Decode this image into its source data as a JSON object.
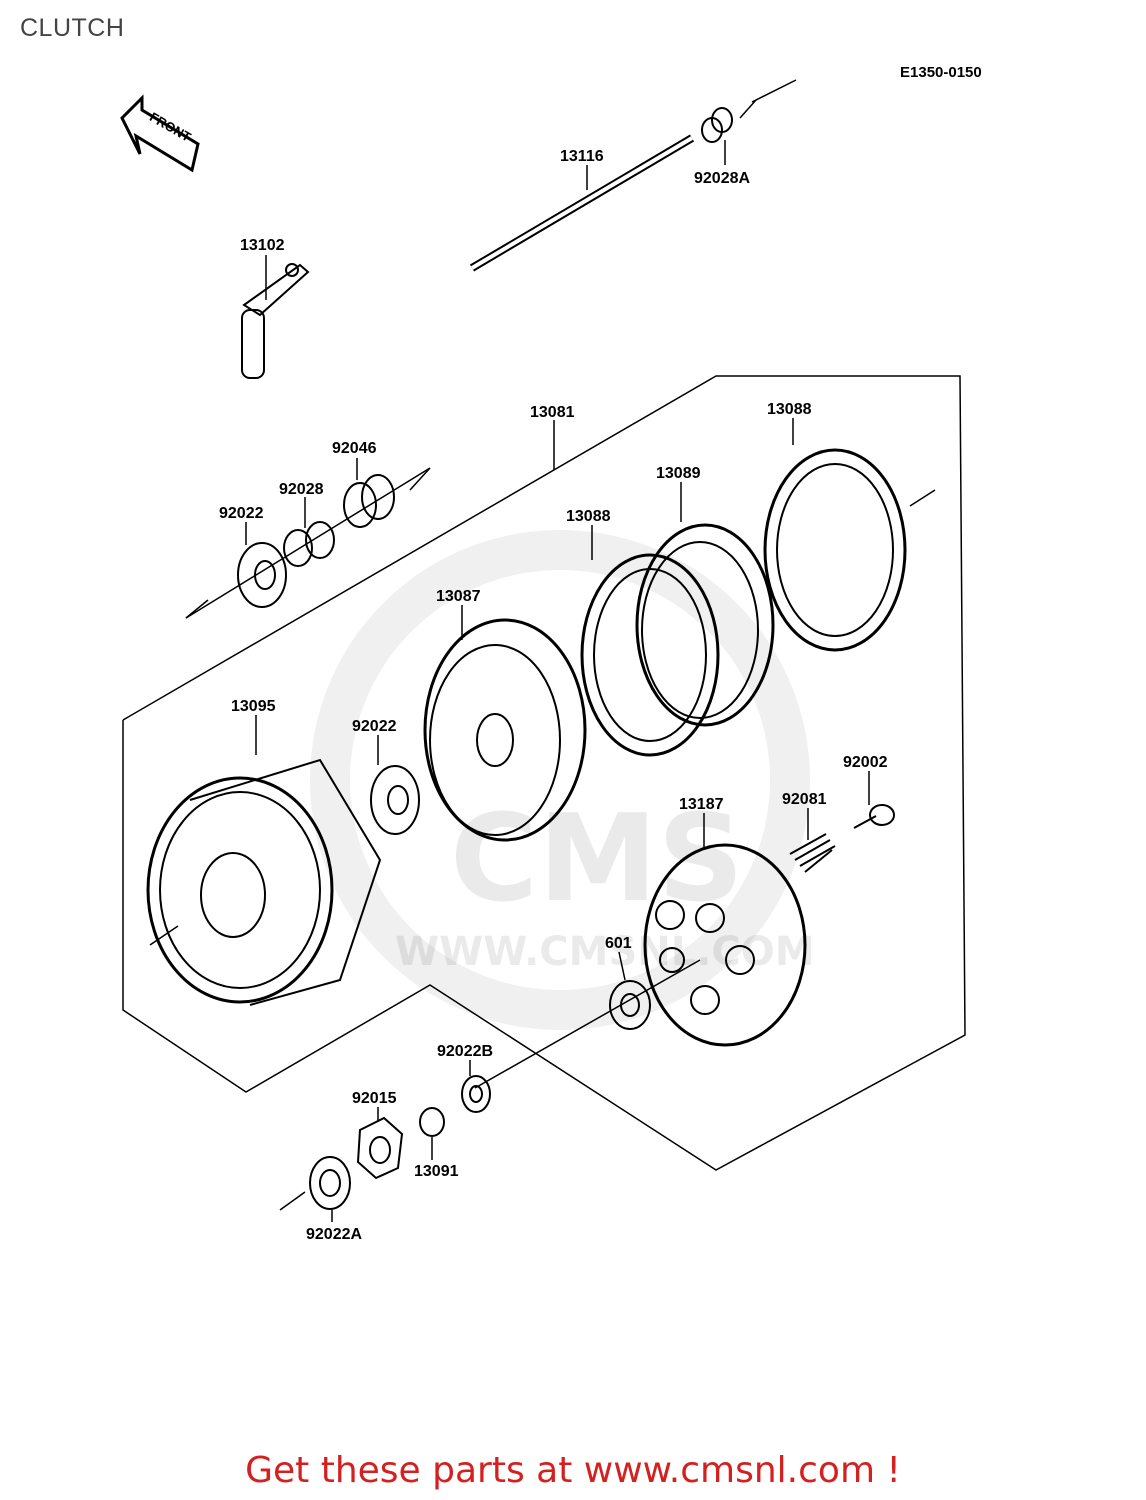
{
  "header": {
    "title": "CLUTCH",
    "reference": "E1350-0150"
  },
  "front_arrow": {
    "label": "FRONT"
  },
  "watermark": {
    "brand": "CMS",
    "url": "WWW.CMSNL.COM"
  },
  "parts": [
    {
      "id": "p13116",
      "number": "13116"
    },
    {
      "id": "p92028A",
      "number": "92028A"
    },
    {
      "id": "p13102",
      "number": "13102"
    },
    {
      "id": "p13081",
      "number": "13081"
    },
    {
      "id": "p13088a",
      "number": "13088"
    },
    {
      "id": "p92046",
      "number": "92046"
    },
    {
      "id": "p13089",
      "number": "13089"
    },
    {
      "id": "p92028",
      "number": "92028"
    },
    {
      "id": "p92022a",
      "number": "92022"
    },
    {
      "id": "p13088b",
      "number": "13088"
    },
    {
      "id": "p13087",
      "number": "13087"
    },
    {
      "id": "p13095",
      "number": "13095"
    },
    {
      "id": "p92022b",
      "number": "92022"
    },
    {
      "id": "p92002",
      "number": "92002"
    },
    {
      "id": "p13187",
      "number": "13187"
    },
    {
      "id": "p92081",
      "number": "92081"
    },
    {
      "id": "p601",
      "number": "601"
    },
    {
      "id": "p92022B",
      "number": "92022B"
    },
    {
      "id": "p92015",
      "number": "92015"
    },
    {
      "id": "p13091",
      "number": "13091"
    },
    {
      "id": "p92022A",
      "number": "92022A"
    }
  ],
  "footer": {
    "text": "Get these parts at www.cmsnl.com !"
  },
  "colors": {
    "footer": "#d42020",
    "line": "#000000"
  }
}
